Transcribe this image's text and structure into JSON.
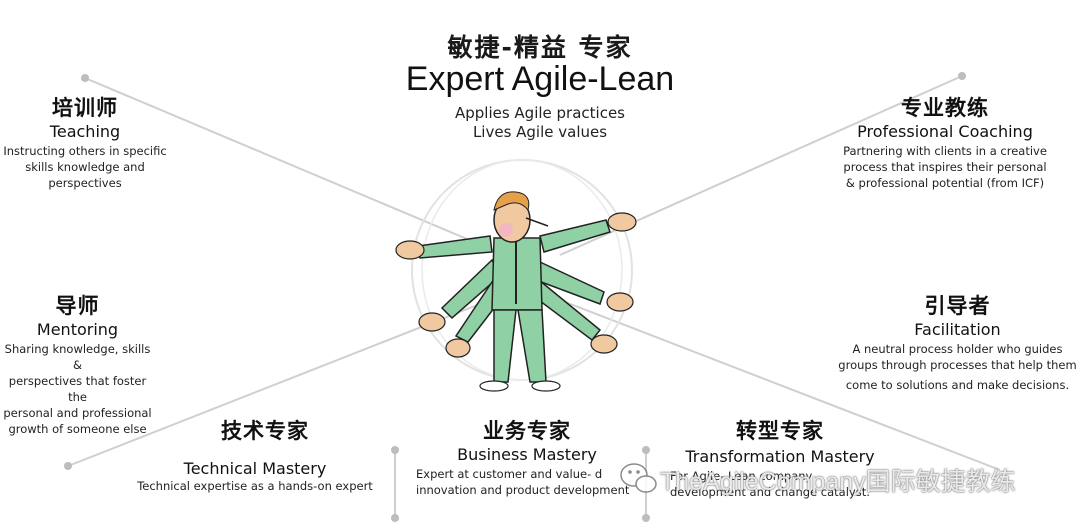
{
  "header": {
    "title_cn": "敏捷-精益 专家",
    "title_en": "Expert Agile-Lean",
    "line1": "Applies Agile practices",
    "line2": "Lives Agile values"
  },
  "roles": {
    "teaching": {
      "cn": "培训师",
      "en": "Teaching",
      "desc": [
        "Instructing others in specific",
        "skills knowledge  and",
        "perspectives"
      ]
    },
    "coaching": {
      "cn": "专业教练",
      "en": "Professional Coaching",
      "desc": [
        "Partnering  with clients in a creative",
        "process that inspires their personal",
        "& professional  potential (from ICF)"
      ]
    },
    "mentoring": {
      "cn": "导师",
      "en": "Mentoring",
      "desc": [
        "Sharing knowledge,  skills &",
        "perspectives  that foster the",
        "personal and professional",
        "growth of someone else"
      ]
    },
    "facilitation": {
      "cn": "引导者",
      "en": "Facilitation",
      "desc": [
        "A neutral  process holder who guides",
        "groups through processes that help them",
        "come to solutions and make decisions."
      ]
    },
    "technical": {
      "cn": "技术专家",
      "en": "Technical Mastery",
      "desc": [
        "Technical expertise as a hands-on expert"
      ]
    },
    "business": {
      "cn": "业务专家",
      "en": "Business Mastery",
      "desc": [
        "Expert at customer and value-  d",
        "innovation  and product development"
      ]
    },
    "transformation": {
      "cn": "转型专家",
      "en": "Transformation Mastery",
      "desc": [
        "For Agile-  Lean company",
        "development  and change catalyst."
      ]
    }
  },
  "watermark": "TheAgileCompany国际敏捷教练",
  "icons": {
    "figure": "multi-armed-agile-expert-figure",
    "wechat": "wechat-icon"
  },
  "colors": {
    "line": "#c8c8c8",
    "dot": "#bdbdbd",
    "shirt": "#8fd0a4",
    "skin": "#f0c9a0",
    "hair": "#e6a04a"
  }
}
